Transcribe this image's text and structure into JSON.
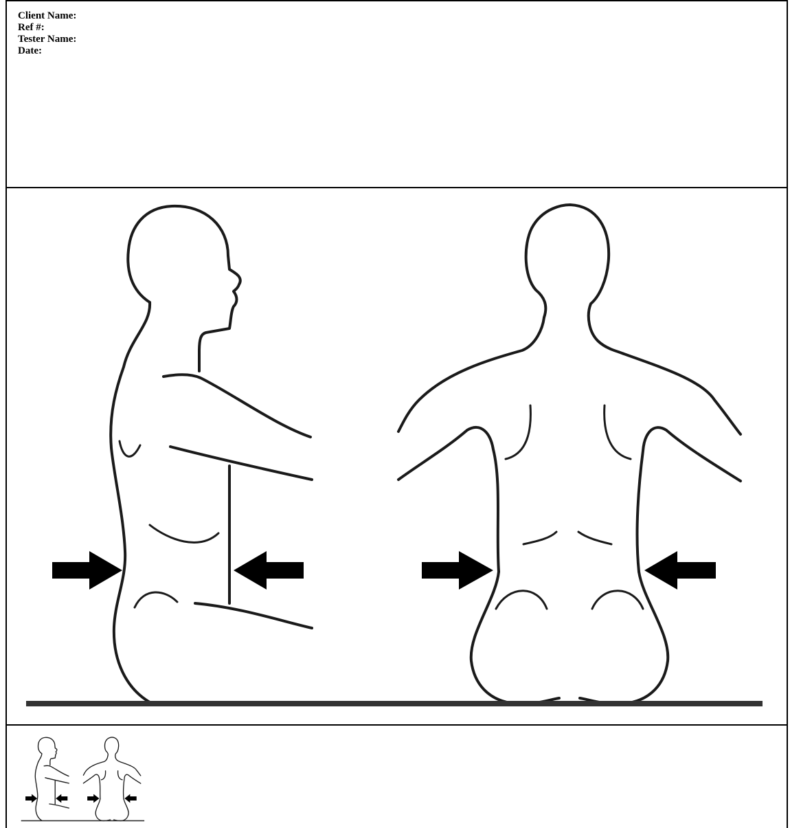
{
  "header": {
    "client_name_label": "Client Name:",
    "ref_label": "Ref #:",
    "tester_name_label": "Tester Name:",
    "date_label": "Date:"
  },
  "figure": {
    "icons": [
      "seated-side-view-figure",
      "seated-back-view-figure",
      "arrow-right-icon",
      "arrow-left-icon",
      "floor-line"
    ]
  }
}
